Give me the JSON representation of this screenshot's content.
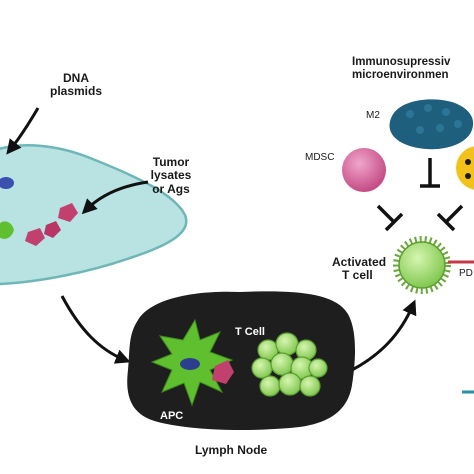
{
  "labels": {
    "dna_plasmids": [
      "DNA",
      "plasmids"
    ],
    "tumor_lysates": [
      "Tumor",
      "lysates",
      "or Ags"
    ],
    "immunosuppressive": [
      "Immunosupressiv",
      "microenvironmen"
    ],
    "m2": "M2",
    "mdsc": "MDSC",
    "activated_t_cell": [
      "Activated",
      "T cell"
    ],
    "pd": "PD",
    "t_cell": "T Cell",
    "apc": "APC",
    "lymph_node": "Lymph Node"
  },
  "colors": {
    "vesicle_fill": "#b9e3e3",
    "vesicle_stroke": "#6fb7b7",
    "antigen": "#c2406e",
    "lymph_node": "#1e1e1e",
    "apc_green": "#5fbf2e",
    "t_cell_green": "#9fe06d",
    "m2_blue": "#1f5f7e",
    "mdsc_pink": "#d4589a",
    "yellow_cell": "#f2c21b",
    "arrow": "#111111",
    "pd_red": "#c43a48",
    "teal_mark": "#2a8fa8"
  }
}
